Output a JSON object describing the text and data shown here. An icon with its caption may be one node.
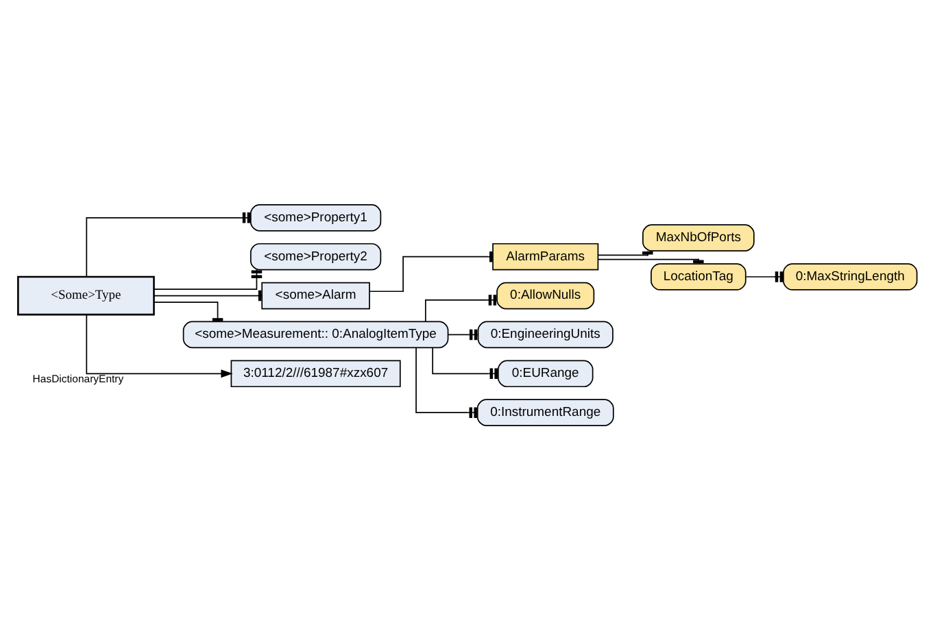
{
  "diagram": {
    "nodes": [
      {
        "text": [
          "<Some>Type"
        ]
      },
      {
        "text": [
          "<some>Property1"
        ]
      },
      {
        "text": [
          "<some>Property2"
        ]
      },
      {
        "text": [
          "<some>Alarm"
        ]
      },
      {
        "text": [
          "AlarmParams"
        ]
      },
      {
        "text": [
          "MaxNbOfPorts"
        ]
      },
      {
        "text": [
          "LocationTag"
        ]
      },
      {
        "text": [
          "0:MaxStringLength"
        ]
      },
      {
        "text": [
          "<some>Measurement:: 0:AnalogItemType"
        ]
      },
      {
        "text": [
          "0:AllowNulls"
        ]
      },
      {
        "text": [
          "0:EngineeringUnits"
        ]
      },
      {
        "text": [
          "0:EURange"
        ]
      },
      {
        "text": [
          "0:InstrumentRange"
        ]
      },
      {
        "text": [
          "3:0112/2///61987#xzx607"
        ]
      }
    ],
    "edges": [
      {
        "from": 0,
        "to": 1,
        "arrow": "other"
      },
      {
        "from": 0,
        "to": 2,
        "arrow": "other"
      },
      {
        "from": 0,
        "to": 3,
        "arrow": "other"
      },
      {
        "from": 3,
        "to": 4,
        "arrow": "other"
      },
      {
        "from": 4,
        "to": 5,
        "arrow": "other"
      },
      {
        "from": 4,
        "to": 6,
        "arrow": "other"
      },
      {
        "from": 6,
        "to": 7,
        "arrow": "other"
      },
      {
        "from": 0,
        "to": 8,
        "arrow": "other"
      },
      {
        "from": 8,
        "to": 9,
        "arrow": "other"
      },
      {
        "from": 8,
        "to": 10,
        "arrow": "other"
      },
      {
        "from": 8,
        "to": 11,
        "arrow": "other"
      },
      {
        "from": 8,
        "to": 12,
        "arrow": "other"
      },
      {
        "from": 0,
        "to": 13,
        "label": "HasDictionaryEntry",
        "arrow": "to"
      }
    ]
  }
}
